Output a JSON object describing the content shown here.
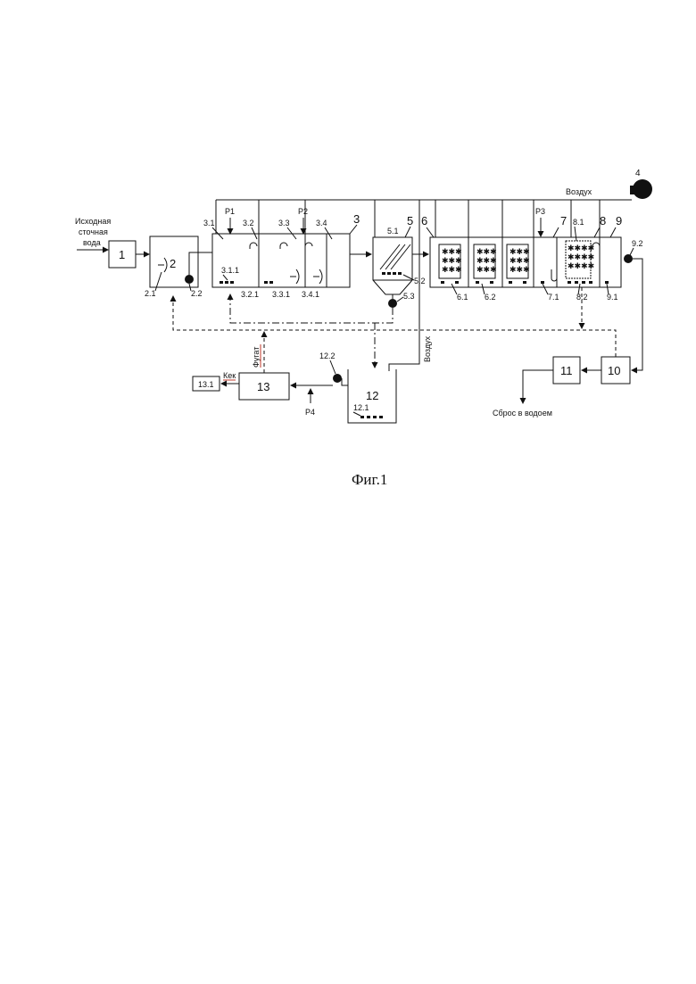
{
  "labels": {
    "air_top": "Воздух",
    "air_vertical": "Воздух",
    "input_line1": "Исходная",
    "input_line2": "сточная",
    "input_line3": "вода",
    "discharge": "Сброс в водоем",
    "fugat": "Фугат",
    "kek": "Кек",
    "caption": "Фиг.1"
  },
  "reagents": {
    "r1": "Р1",
    "r2": "Р2",
    "r3": "Р3",
    "r4": "Р4"
  },
  "units": {
    "u1": "1",
    "u2": "2",
    "u3": "3",
    "u4": "4",
    "u5": "5",
    "u6": "6",
    "u7": "7",
    "u8": "8",
    "u9": "9",
    "u10": "10",
    "u11": "11",
    "u12": "12",
    "u13": "13"
  },
  "parts": {
    "p2_1": "2.1",
    "p2_2": "2.2",
    "p3_1": "3.1",
    "p3_1_1": "3.1.1",
    "p3_2": "3.2",
    "p3_2_1": "3.2.1",
    "p3_3": "3.3",
    "p3_3_1": "3.3.1",
    "p3_4": "3.4",
    "p3_4_1": "3.4.1",
    "p5_1": "5.1",
    "p5_2": "5.2",
    "p5_3": "5.3",
    "p6_1": "6.1",
    "p6_2": "6.2",
    "p7_1": "7.1",
    "p8_1": "8.1",
    "p8_2": "8.2",
    "p9_1": "9.1",
    "p9_2": "9.2",
    "p12_1": "12.1",
    "p12_2": "12.2",
    "p13_1": "13.1"
  }
}
